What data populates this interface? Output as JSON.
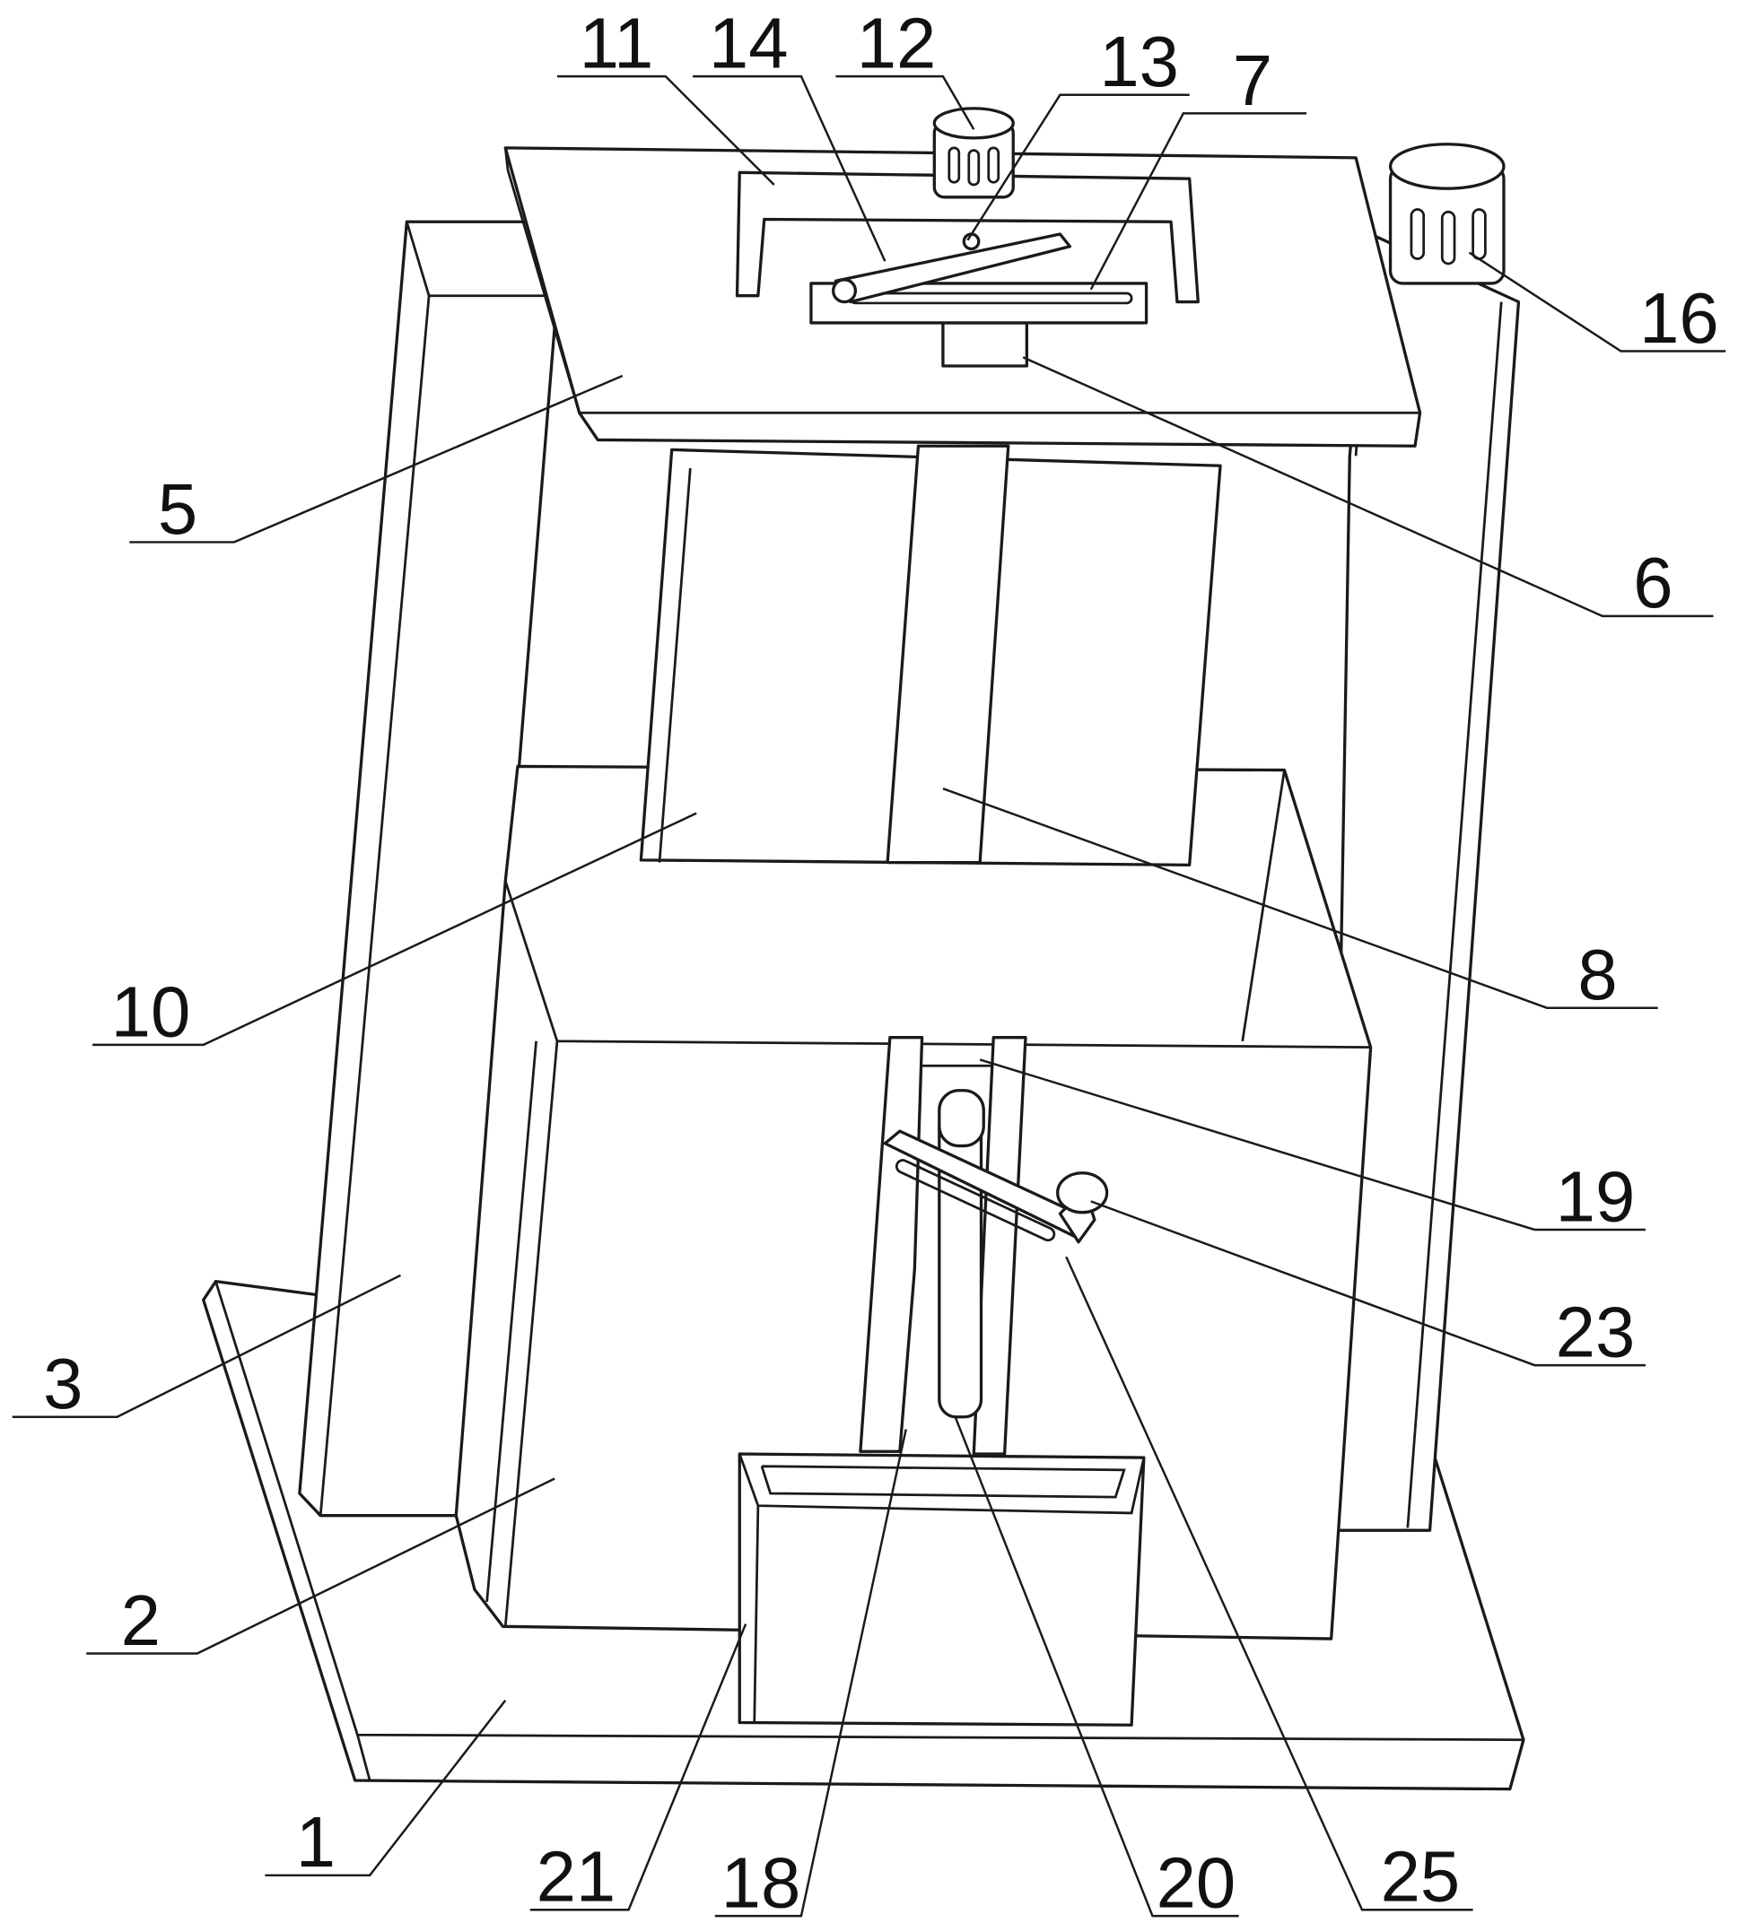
{
  "figure": {
    "type": "patent-perspective-drawing",
    "labels": [
      {
        "id": "11",
        "text": "11"
      },
      {
        "id": "14",
        "text": "14"
      },
      {
        "id": "12",
        "text": "12"
      },
      {
        "id": "13",
        "text": "13"
      },
      {
        "id": "7",
        "text": "7"
      },
      {
        "id": "16",
        "text": "16"
      },
      {
        "id": "5",
        "text": "5"
      },
      {
        "id": "6",
        "text": "6"
      },
      {
        "id": "10",
        "text": "10"
      },
      {
        "id": "8",
        "text": "8"
      },
      {
        "id": "19",
        "text": "19"
      },
      {
        "id": "23",
        "text": "23"
      },
      {
        "id": "3",
        "text": "3"
      },
      {
        "id": "2",
        "text": "2"
      },
      {
        "id": "1",
        "text": "1"
      },
      {
        "id": "21",
        "text": "21"
      },
      {
        "id": "18",
        "text": "18"
      },
      {
        "id": "20",
        "text": "20"
      },
      {
        "id": "25",
        "text": "25"
      }
    ]
  }
}
